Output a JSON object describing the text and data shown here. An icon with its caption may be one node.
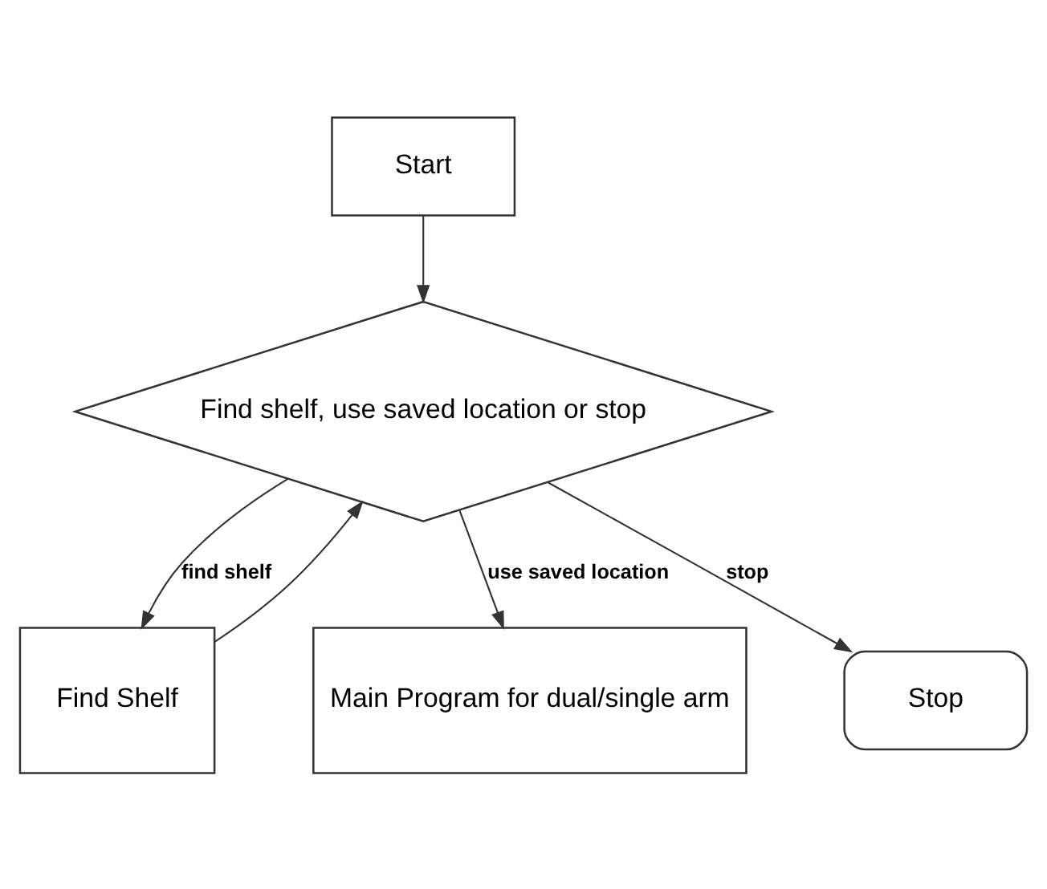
{
  "diagram": {
    "nodes": [
      {
        "text": [
          "Start"
        ]
      },
      {
        "text": [
          "Find shelf, use saved location or stop"
        ]
      },
      {
        "text": [
          "Find Shelf"
        ]
      },
      {
        "text": [
          "Main Program for dual/single arm"
        ]
      },
      {
        "text": [
          "Stop"
        ]
      }
    ],
    "edges": [
      {
        "from": 0,
        "to": 1,
        "arrow": "to"
      },
      {
        "from": 1,
        "to": 2,
        "arrow": "to",
        "label": "find shelf"
      },
      {
        "from": 1,
        "to": 3,
        "arrow": "to",
        "label": "use saved location"
      },
      {
        "from": 1,
        "to": 4,
        "arrow": "to",
        "label": "stop"
      },
      {
        "from": 2,
        "to": 1,
        "arrow": "to"
      }
    ]
  }
}
